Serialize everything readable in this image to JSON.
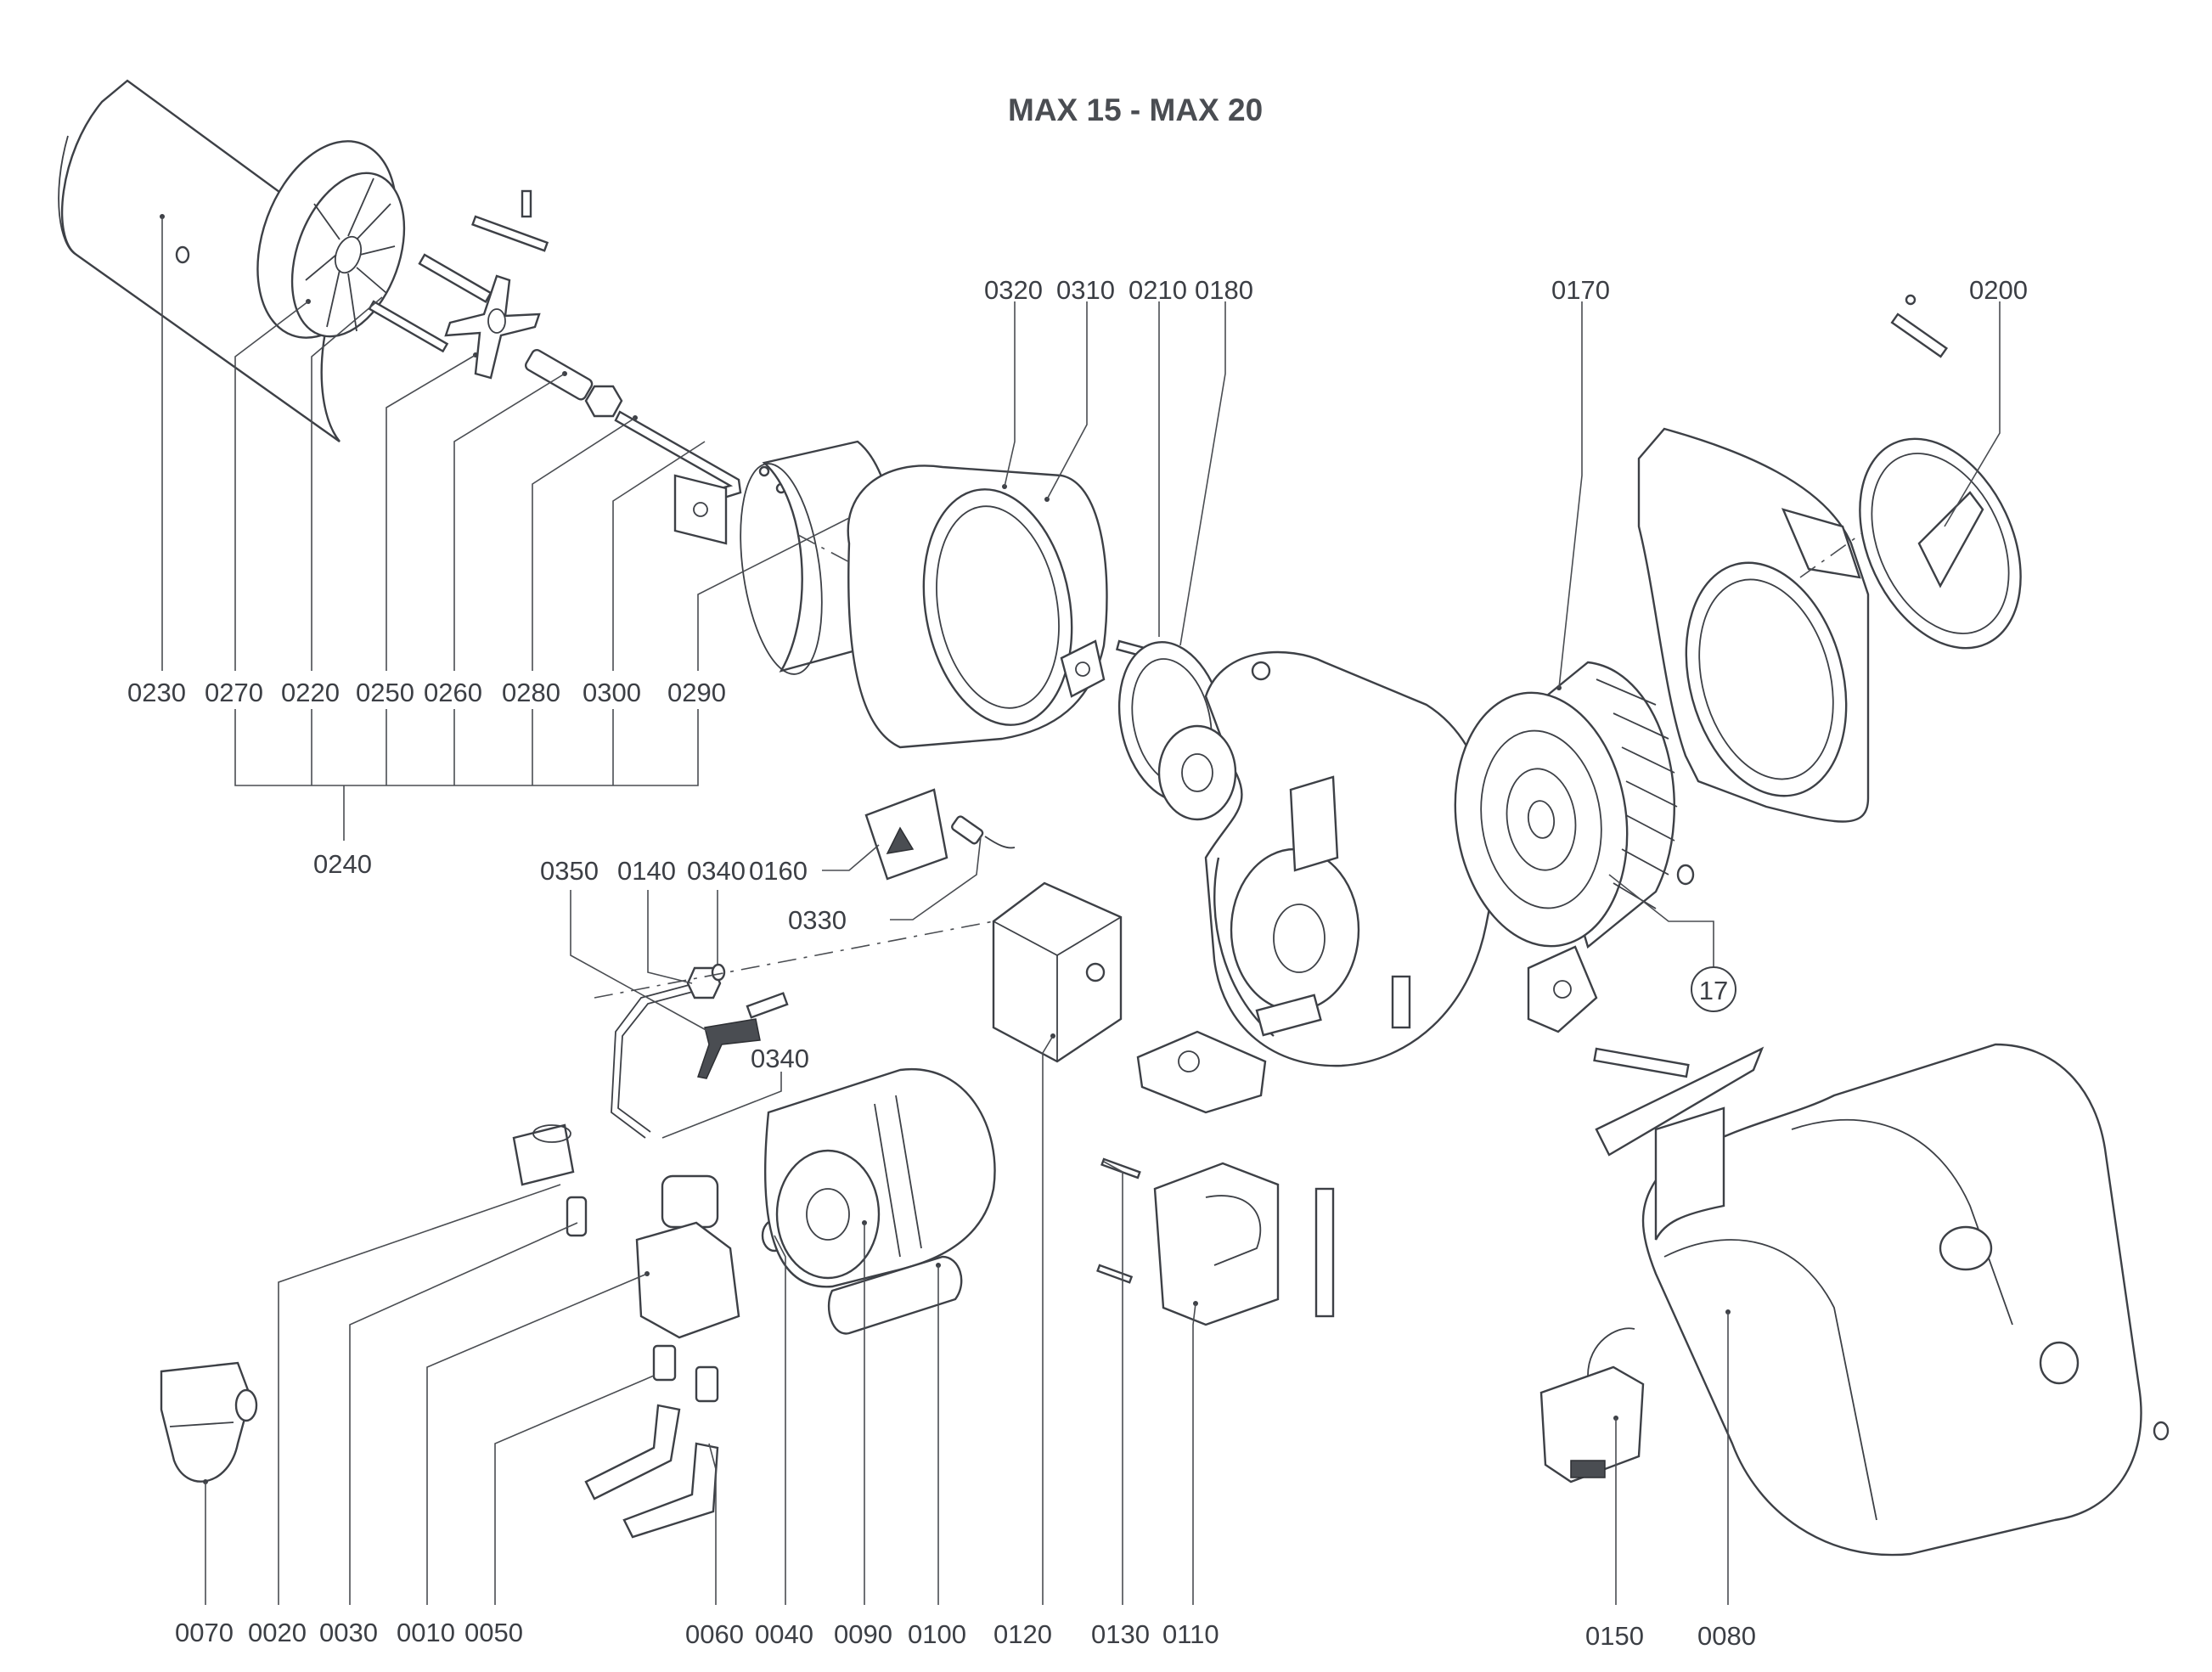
{
  "title": "MAX 15  - MAX 20",
  "reference_callout": "17",
  "labels": {
    "p0230": "0230",
    "p0270": "0270",
    "p0220": "0220",
    "p0250": "0250",
    "p0260": "0260",
    "p0280": "0280",
    "p0300": "0300",
    "p0290": "0290",
    "p0240": "0240",
    "p0320": "0320",
    "p0310": "0310",
    "p0210": "0210",
    "p0180": "0180",
    "p0170": "0170",
    "p0200": "0200",
    "p0350": "0350",
    "p0140": "0140",
    "p0340a": "0340",
    "p0160": "0160",
    "p0330": "0330",
    "p0340b": "0340",
    "p0070": "0070",
    "p0020": "0020",
    "p0030": "0030",
    "p0010": "0010",
    "p0050": "0050",
    "p0060": "0060",
    "p0040": "0040",
    "p0090": "0090",
    "p0100": "0100",
    "p0120": "0120",
    "p0130": "0130",
    "p0110": "0110",
    "p0150": "0150",
    "p0080": "0080"
  }
}
